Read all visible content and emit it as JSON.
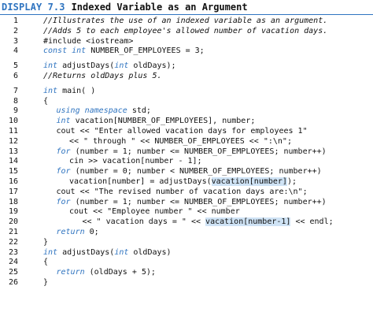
{
  "header": {
    "label": "DISPLAY 7.3",
    "title": "Indexed Variable as an Argument"
  },
  "colors": {
    "accent": "#2f74c0",
    "highlight": "#cfe3f5",
    "text": "#111111"
  },
  "lines": [
    {
      "n": "1",
      "indent": 0,
      "segs": [
        {
          "t": "//Illustrates the use of an indexed variable as an argument.",
          "k": "cm"
        }
      ]
    },
    {
      "n": "2",
      "indent": 0,
      "segs": [
        {
          "t": "//Adds 5 to each employee's allowed number of vacation days.",
          "k": "cm"
        }
      ]
    },
    {
      "n": "3",
      "indent": 0,
      "segs": [
        {
          "t": "#include <iostream>",
          "k": "p"
        }
      ]
    },
    {
      "n": "4",
      "indent": 0,
      "segs": [
        {
          "t": "const int",
          "k": "kw"
        },
        {
          "t": " NUMBER_OF_EMPLOYEES = 3;",
          "k": "p"
        }
      ]
    },
    {
      "n": "5",
      "indent": 0,
      "segs": [
        {
          "t": "int",
          "k": "kw"
        },
        {
          "t": " adjustDays(",
          "k": "p"
        },
        {
          "t": "int",
          "k": "kw"
        },
        {
          "t": " oldDays);",
          "k": "p"
        }
      ]
    },
    {
      "n": "6",
      "indent": 0,
      "segs": [
        {
          "t": "//Returns oldDays plus 5.",
          "k": "cm"
        }
      ]
    },
    {
      "n": "7",
      "indent": 0,
      "segs": [
        {
          "t": "int",
          "k": "kw"
        },
        {
          "t": " main( )",
          "k": "p"
        }
      ]
    },
    {
      "n": "8",
      "indent": 0,
      "segs": [
        {
          "t": "{",
          "k": "p"
        }
      ]
    },
    {
      "n": "9",
      "indent": 1,
      "segs": [
        {
          "t": "using namespace",
          "k": "kw"
        },
        {
          "t": " std;",
          "k": "p"
        }
      ]
    },
    {
      "n": "10",
      "indent": 1,
      "segs": [
        {
          "t": "int",
          "k": "kw"
        },
        {
          "t": " vacation[NUMBER_OF_EMPLOYEES], number;",
          "k": "p"
        }
      ]
    },
    {
      "n": "11",
      "indent": 1,
      "segs": [
        {
          "t": "cout << \"Enter allowed vacation days for employees 1\"",
          "k": "p"
        }
      ]
    },
    {
      "n": "12",
      "indent": 2,
      "segs": [
        {
          "t": "<< \" through \" << NUMBER_OF_EMPLOYEES << \":\\n\";",
          "k": "p"
        }
      ]
    },
    {
      "n": "13",
      "indent": 1,
      "segs": [
        {
          "t": "for",
          "k": "kw"
        },
        {
          "t": " (number = 1; number <= NUMBER_OF_EMPLOYEES; number++)",
          "k": "p"
        }
      ]
    },
    {
      "n": "14",
      "indent": 2,
      "segs": [
        {
          "t": "cin >> vacation[number - 1];",
          "k": "p"
        }
      ]
    },
    {
      "n": "15",
      "indent": 1,
      "segs": [
        {
          "t": "for",
          "k": "kw"
        },
        {
          "t": " (number = 0; number < NUMBER_OF_EMPLOYEES; number++)",
          "k": "p"
        }
      ]
    },
    {
      "n": "16",
      "indent": 2,
      "segs": [
        {
          "t": "vacation[number] = adjustDays(",
          "k": "p"
        },
        {
          "t": "vacation[number]",
          "k": "hl"
        },
        {
          "t": ");",
          "k": "p"
        }
      ]
    },
    {
      "n": "17",
      "indent": 1,
      "segs": [
        {
          "t": "cout << \"The revised number of vacation days are:\\n\";",
          "k": "p"
        }
      ]
    },
    {
      "n": "18",
      "indent": 1,
      "segs": [
        {
          "t": "for",
          "k": "kw"
        },
        {
          "t": " (number = 1; number <= NUMBER_OF_EMPLOYEES; number++)",
          "k": "p"
        }
      ]
    },
    {
      "n": "19",
      "indent": 2,
      "segs": [
        {
          "t": "cout << \"Employee number \" << number",
          "k": "p"
        }
      ]
    },
    {
      "n": "20",
      "indent": 3,
      "segs": [
        {
          "t": "<< \" vacation days = \" << ",
          "k": "p"
        },
        {
          "t": "vacation[number-1]",
          "k": "hl"
        },
        {
          "t": " << endl;",
          "k": "p"
        }
      ]
    },
    {
      "n": "21",
      "indent": 1,
      "segs": [
        {
          "t": "return",
          "k": "kw"
        },
        {
          "t": " 0;",
          "k": "p"
        }
      ]
    },
    {
      "n": "22",
      "indent": 0,
      "segs": [
        {
          "t": "}",
          "k": "p"
        }
      ]
    },
    {
      "n": "23",
      "indent": 0,
      "segs": [
        {
          "t": "int",
          "k": "kw"
        },
        {
          "t": " adjustDays(",
          "k": "p"
        },
        {
          "t": "int",
          "k": "kw"
        },
        {
          "t": " oldDays)",
          "k": "p"
        }
      ]
    },
    {
      "n": "24",
      "indent": 0,
      "segs": [
        {
          "t": "{",
          "k": "p"
        }
      ]
    },
    {
      "n": "25",
      "indent": 1,
      "segs": [
        {
          "t": "return",
          "k": "kw"
        },
        {
          "t": " (oldDays + 5);",
          "k": "p"
        }
      ]
    },
    {
      "n": "26",
      "indent": 0,
      "segs": [
        {
          "t": "}",
          "k": "p"
        }
      ]
    }
  ]
}
